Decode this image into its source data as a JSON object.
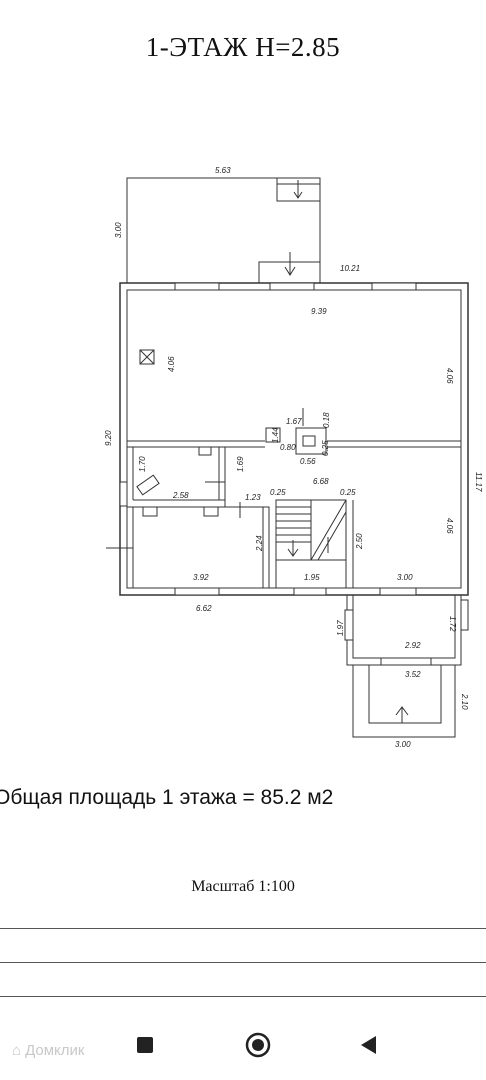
{
  "title": "1-ЭТАЖ  Н=2.85",
  "dimensions": [
    "5.63",
    "3.00",
    "10.21",
    "9.39",
    "4.06",
    "4.06",
    "1.67",
    "0.18",
    "1.44",
    "0.80",
    "0.56",
    "0.25",
    "9.20",
    "1.70",
    "1.69",
    "6.68",
    "11.17",
    "2.58",
    "1.23",
    "0.25",
    "0.25",
    "4.06",
    "2.24",
    "2.50",
    "3.92",
    "1.95",
    "3.00",
    "6.62",
    "1.97",
    "1.72",
    "2.92",
    "3.52",
    "2.10",
    "3.00"
  ],
  "area_text": "Общая площадь 1 этажа = 85.2 м2",
  "scale_text": "Масштаб 1:100",
  "watermark": "Домклик",
  "nav": {
    "recent": "square-icon",
    "home": "circle-icon",
    "back": "triangle-icon"
  }
}
